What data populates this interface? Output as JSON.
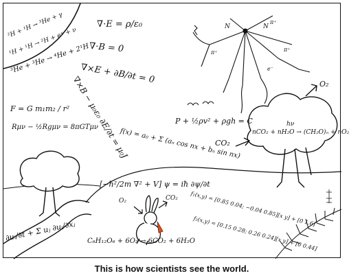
{
  "caption": "This is how scientists see the world.",
  "equations": {
    "fusion_1": "²H + ¹H → ³He + γ",
    "fusion_2": "¹H + ¹H → ²H + e⁺ + ν",
    "fusion_3": "³He + ³He → ⁴He + 2¹H",
    "gauss_e": "∇·E = ρ/ε₀",
    "gauss_b": "∇·B = 0",
    "faraday": "∇×E + ∂B/∂t = 0",
    "ampere": "∇×B − μ₀ε₀ ∂E/∂t = μ₀J",
    "gravity": "F = G m₁m₂ / r²",
    "einstein": "Rμν − ½Rgμν = 8πGTμν",
    "fourier": "f(x) = a₀ + Σ (aₙ cos nx + bₙ sin nx)",
    "bernoulli": "P + ½ρv² + ρgh = C",
    "schrodinger": "[−ħ²/2m ∇² + V] ψ = iħ ∂ψ/∂t",
    "photosynthesis": "nCO₂ + nH₂O → (CH₂O)ₙ + nO₂",
    "photosynthesis_hv": "hν",
    "respiration": "C₆H₁₂O₆ + 6O₂ → 6CO₂ + 6H₂O",
    "navier_stokes": "∂uᵢ/∂t + Σ uⱼ ∂uᵢ/∂xⱼ",
    "matrix_top": "f₁(x,y) = [0.85 0.04; −0.04 0.85][x y] + [0 1.6]",
    "matrix_bottom": "f₂(x,y) = [0.15 0.28; 0.26 0.24][x y] + [0 0.44]",
    "co2_tree": "CO₂",
    "o2_tree": "O₂",
    "o2_rabbit": "O₂",
    "co2_rabbit": "CO₂",
    "particle_n1": "N",
    "particle_n2": "N",
    "particle_pi1": "π⁺",
    "particle_pi2": "π⁺",
    "particle_pi3": "π⁺",
    "particle_e": "e⁻"
  }
}
